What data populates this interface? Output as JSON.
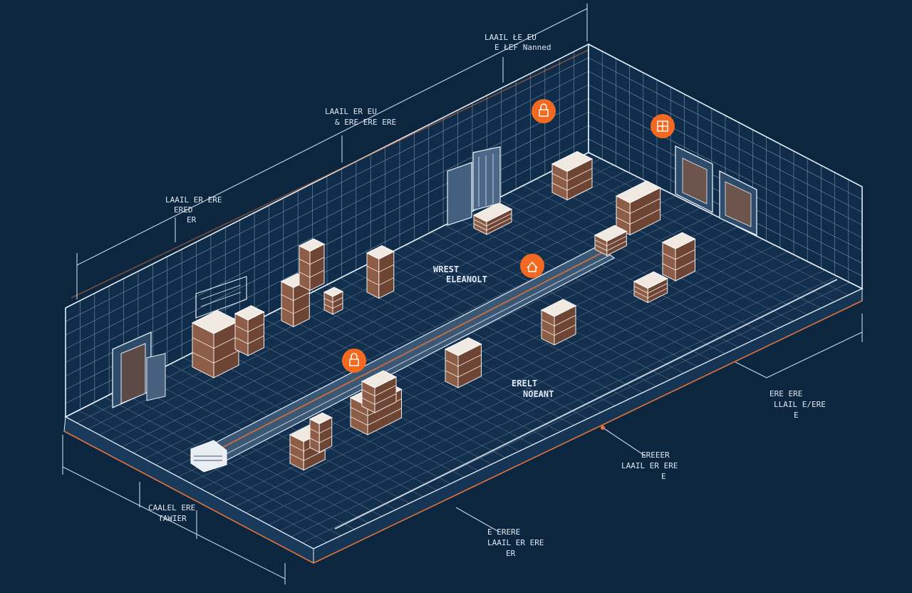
{
  "diagram": {
    "labels": {
      "top_right": [
        "LAAIL ŁE EU",
        "E ŁEF   Nanned"
      ],
      "top_mid": [
        "LAAIL ER EU",
        "& ERE    ERE ERE"
      ],
      "left_upper": [
        "LAAIL ER ERE",
        "ERED",
        "ER"
      ],
      "center_sign": [
        "WREST",
        "ELEANOLT"
      ],
      "mid_sign": [
        "ERELT",
        "NOEANT"
      ],
      "right_side": [
        "ERE ERE",
        "LLAIL E/ERE",
        "E"
      ],
      "bottom_right": [
        "EREEER",
        "LAAIL ER ERE",
        "E"
      ],
      "bottom_left": [
        "CAALEL ERE",
        "TAWIER"
      ],
      "bottom_mid": [
        "E ERERE",
        "LAAIL ER ERE",
        "ER"
      ]
    },
    "pins": [
      {
        "name": "lock",
        "glyph": "lock-icon"
      },
      {
        "name": "crate",
        "glyph": "box-icon"
      },
      {
        "name": "house",
        "glyph": "home-icon"
      },
      {
        "name": "lock",
        "glyph": "lock-icon"
      }
    ],
    "colors": {
      "background": "#0d2640",
      "line": "#e6eef6",
      "accent": "#e0733a",
      "pin": "#f26a21",
      "box": "#8d5d48"
    }
  }
}
